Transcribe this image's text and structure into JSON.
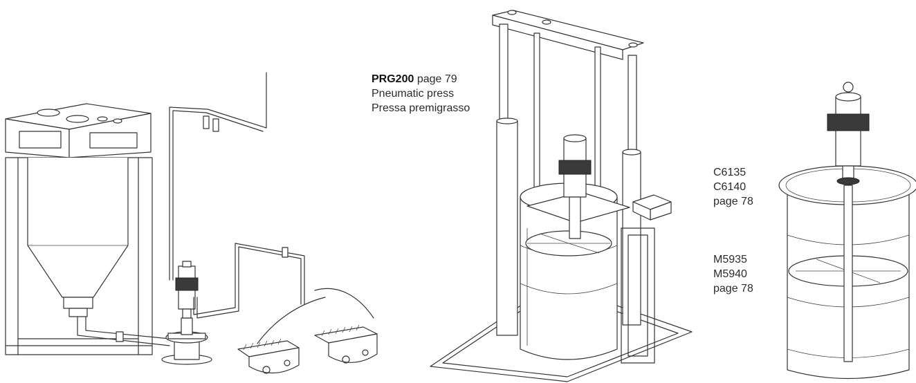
{
  "labels": {
    "prg200": {
      "code": "PRG200",
      "page": "page 79",
      "line1": "Pneumatic press",
      "line2": "Pressa premigrasso"
    },
    "c61": {
      "line1": "C6135",
      "line2": "C6140",
      "page": "page 78"
    },
    "m59": {
      "line1": "M5935",
      "line2": "M5940",
      "page": "page 78"
    }
  },
  "colors": {
    "line": "#333333",
    "background": "#ffffff",
    "shade": "#f2f2f2",
    "dark": "#3a3a3a"
  }
}
